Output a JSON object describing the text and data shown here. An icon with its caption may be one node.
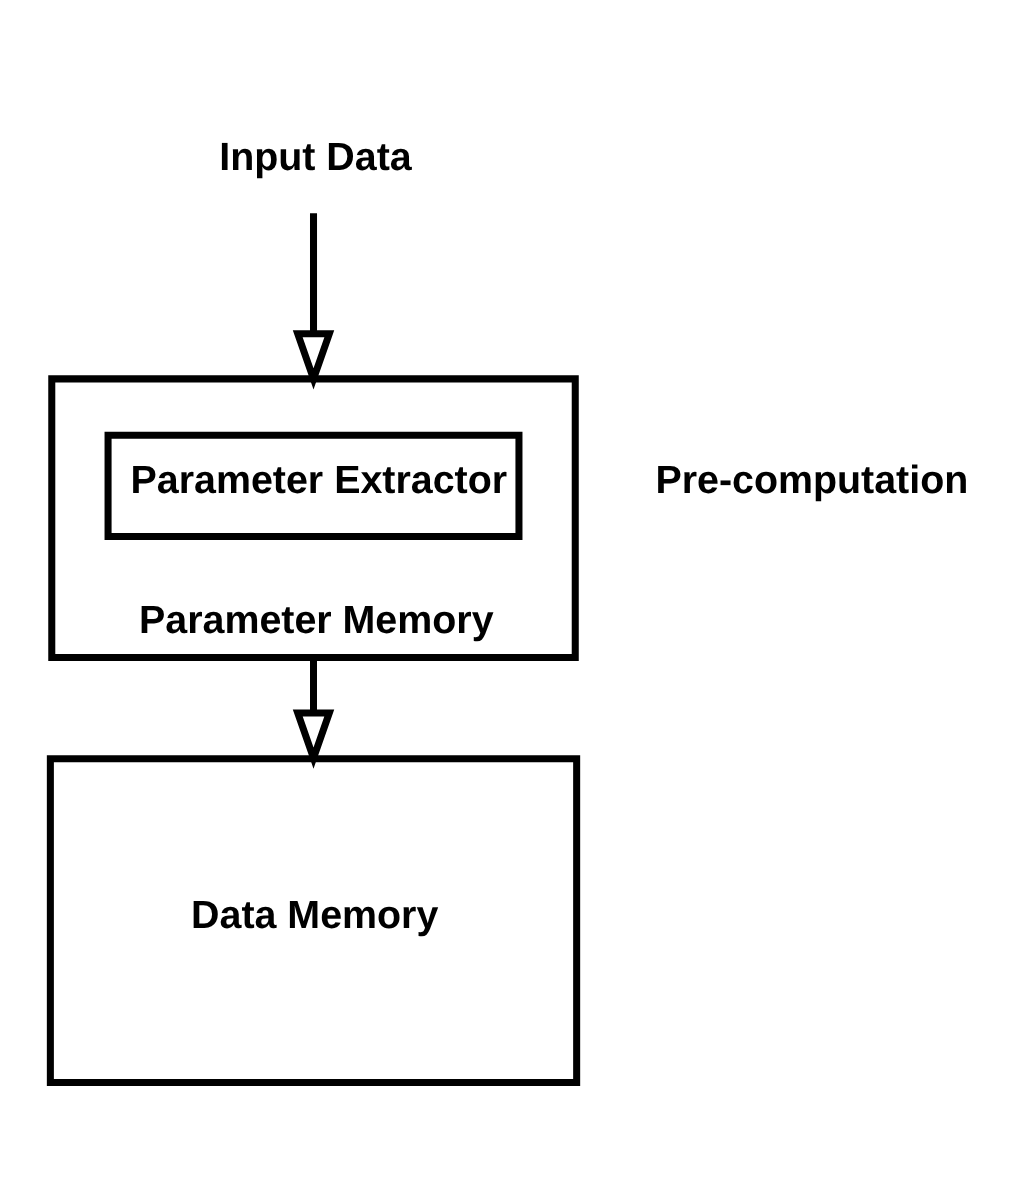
{
  "diagram": {
    "nodes": [
      {
        "text": [
          "Input Data"
        ]
      },
      {
        "text": [
          "Parameter Memory"
        ],
        "beside": [
          "Pre-computation"
        ]
      },
      {
        "text": [
          "Parameter Extractor"
        ],
        "in": 1
      },
      {
        "text": [
          "Data Memory"
        ]
      }
    ],
    "edges": [
      {
        "from": 0,
        "to": 1,
        "arrow": "to"
      },
      {
        "from": 1,
        "to": 3,
        "arrow": "to"
      }
    ]
  }
}
